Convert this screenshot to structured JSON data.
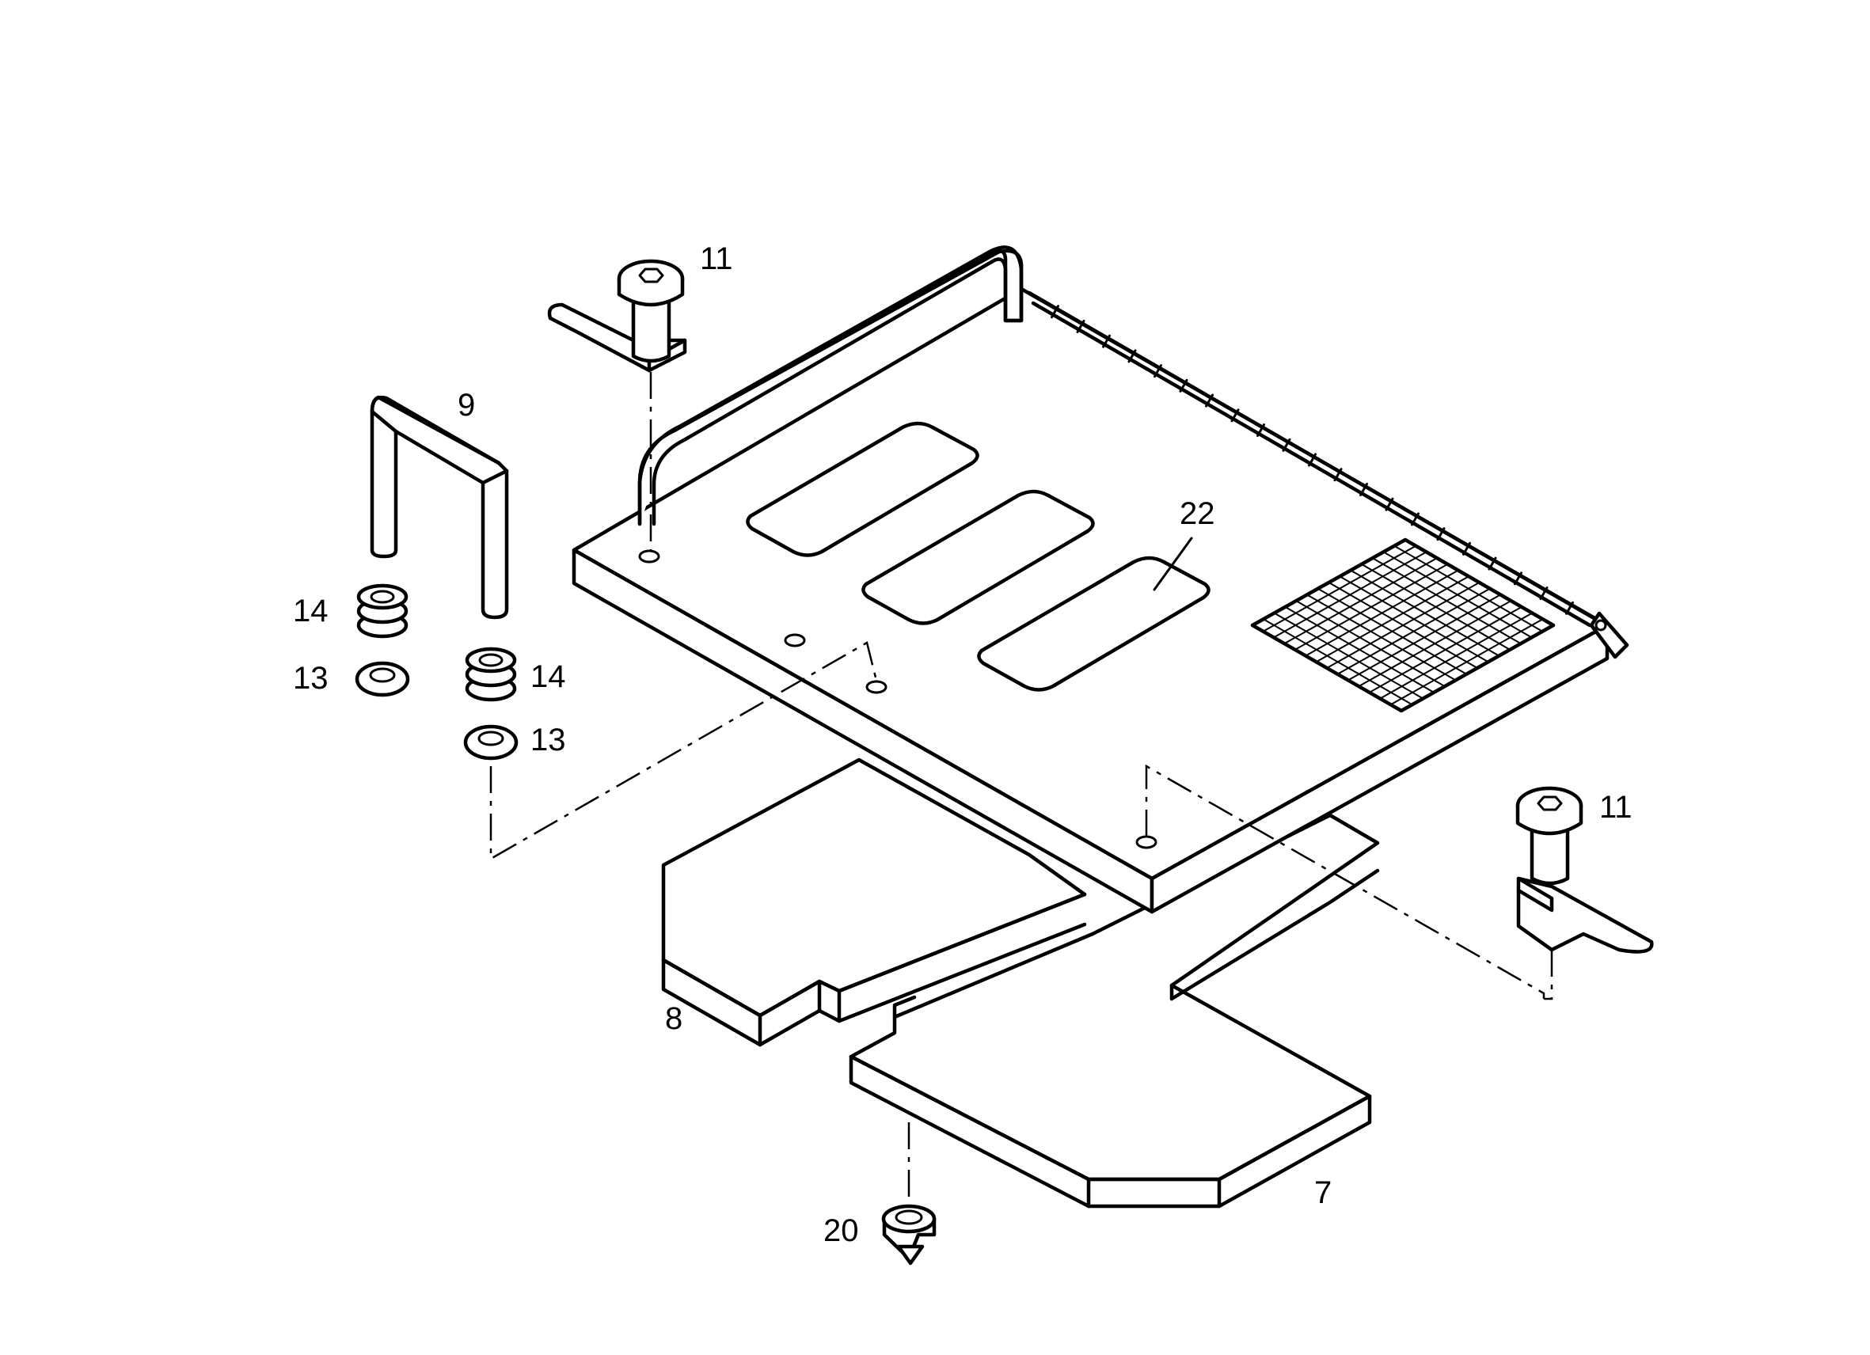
{
  "diagram": {
    "labels": {
      "top_knob": "11",
      "right_knob": "11",
      "handle": "9",
      "main_plate": "22",
      "spring_left": "14",
      "washer_left": "13",
      "spring_right": "14",
      "washer_right": "13",
      "left_pad": "8",
      "right_pad": "7",
      "foot": "20"
    }
  }
}
